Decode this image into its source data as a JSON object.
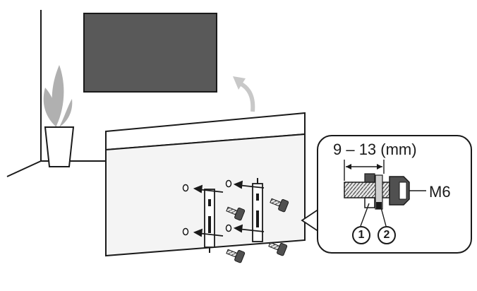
{
  "diagram": {
    "dimension_label": "9 – 13 (mm)",
    "thread_label": "M6",
    "callouts": [
      "1",
      "2"
    ],
    "colors": {
      "line": "#1a1a1a",
      "screen": "#595959",
      "tv_body": "#f4f4f4",
      "plant": "#b0b0b0",
      "screw": "#505050",
      "hatch": "#d0d0d0"
    }
  }
}
